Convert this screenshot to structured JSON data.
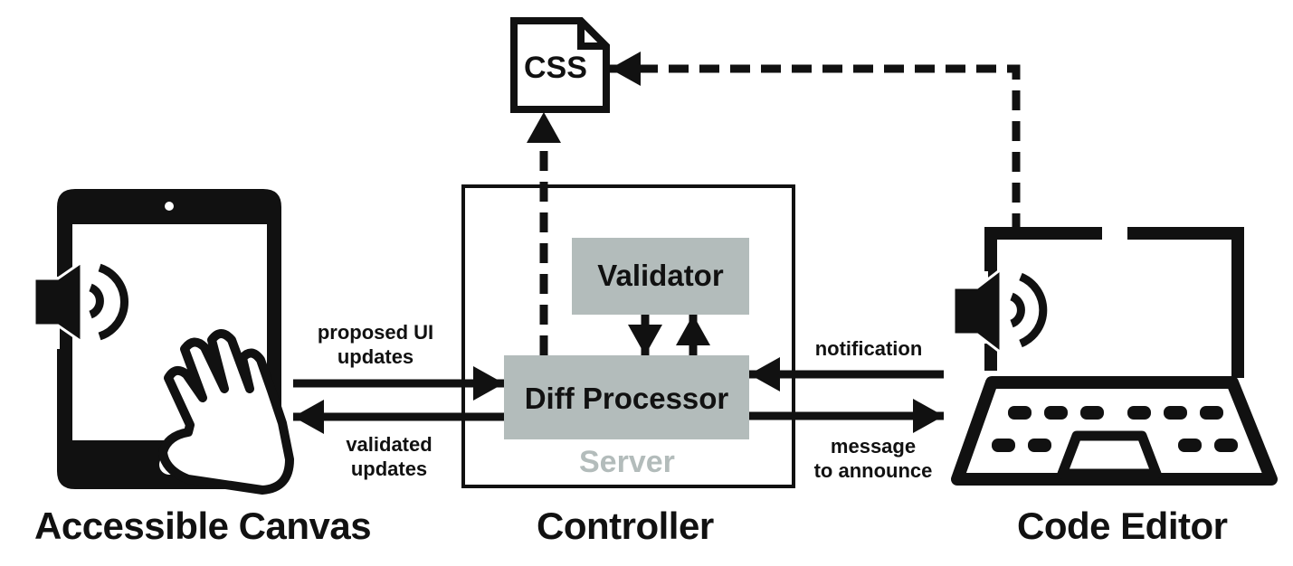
{
  "colors": {
    "ink": "#111111",
    "box_fill": "#b3bcbb",
    "server_label": "#b3bcbb",
    "background": "#ffffff"
  },
  "nodes": {
    "css": {
      "label": "CSS",
      "icon": "document-icon"
    },
    "controller": {
      "label": "Controller",
      "server_label": "Server"
    },
    "validator": {
      "label": "Validator"
    },
    "diff_processor": {
      "label": "Diff Processor"
    },
    "accessible_canvas": {
      "label": "Accessible Canvas",
      "icons": [
        "tablet-icon",
        "speaker-icon",
        "hand-icon"
      ]
    },
    "code_editor": {
      "label": "Code Editor",
      "icons": [
        "laptop-icon",
        "speaker-icon",
        "keyboard-icon"
      ]
    }
  },
  "edges": [
    {
      "id": "proposed",
      "from": "accessible_canvas",
      "to": "diff_processor",
      "label_line1": "proposed UI",
      "label_line2": "updates",
      "style": "solid"
    },
    {
      "id": "validated",
      "from": "diff_processor",
      "to": "accessible_canvas",
      "label_line1": "validated",
      "label_line2": "updates",
      "style": "solid"
    },
    {
      "id": "notification",
      "from": "code_editor",
      "to": "diff_processor",
      "label_line1": "notification",
      "label_line2": "",
      "style": "solid"
    },
    {
      "id": "message",
      "from": "diff_processor",
      "to": "code_editor",
      "label_line1": "message",
      "label_line2": "to announce",
      "style": "solid"
    },
    {
      "id": "to_validator",
      "from": "diff_processor",
      "to": "validator",
      "style": "solid"
    },
    {
      "id": "from_validator",
      "from": "validator",
      "to": "diff_processor",
      "style": "solid"
    },
    {
      "id": "diff_to_css",
      "from": "diff_processor",
      "to": "css",
      "style": "dashed"
    },
    {
      "id": "editor_to_css",
      "from": "code_editor",
      "to": "css",
      "style": "dashed"
    }
  ]
}
